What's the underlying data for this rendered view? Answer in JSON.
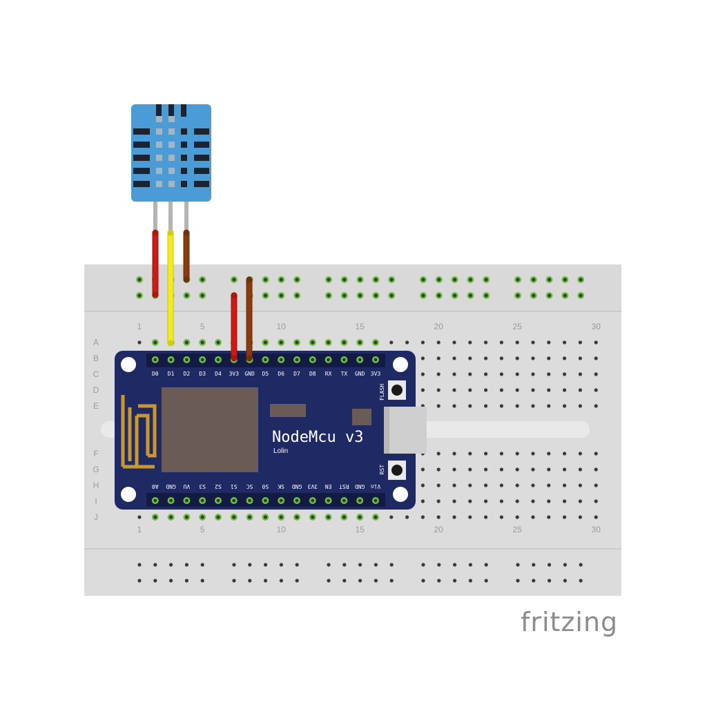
{
  "diagram": {
    "board": {
      "name": "NodeMcu v3",
      "maker": "Lolin",
      "top_pins": [
        "D0",
        "D1",
        "D2",
        "D3",
        "D4",
        "3V3",
        "GND",
        "D5",
        "D6",
        "D7",
        "D8",
        "RX",
        "TX",
        "GND",
        "3V3"
      ],
      "bottom_pins": [
        "A0",
        "GND",
        "VU",
        "S3",
        "S2",
        "S1",
        "SC",
        "S0",
        "SK",
        "GND",
        "3V3",
        "EN",
        "RST",
        "GND",
        "Vin"
      ],
      "buttons": {
        "flash": "FLASH",
        "reset": "RST"
      }
    },
    "breadboard": {
      "row_letters_top": [
        "A",
        "B",
        "C",
        "D",
        "E"
      ],
      "row_letters_bottom": [
        "F",
        "G",
        "H",
        "I",
        "J"
      ],
      "column_numbers": [
        "1",
        "5",
        "10",
        "15",
        "20",
        "25",
        "30"
      ]
    },
    "sensor": {
      "type": "DHT11",
      "body_color": "#4a9bd6"
    },
    "wires": [
      {
        "color": "#cc1b14",
        "name": "red"
      },
      {
        "color": "#f2ec1c",
        "name": "yellow"
      },
      {
        "color": "#8a3b0e",
        "name": "brown"
      }
    ],
    "logo": "fritzing"
  }
}
